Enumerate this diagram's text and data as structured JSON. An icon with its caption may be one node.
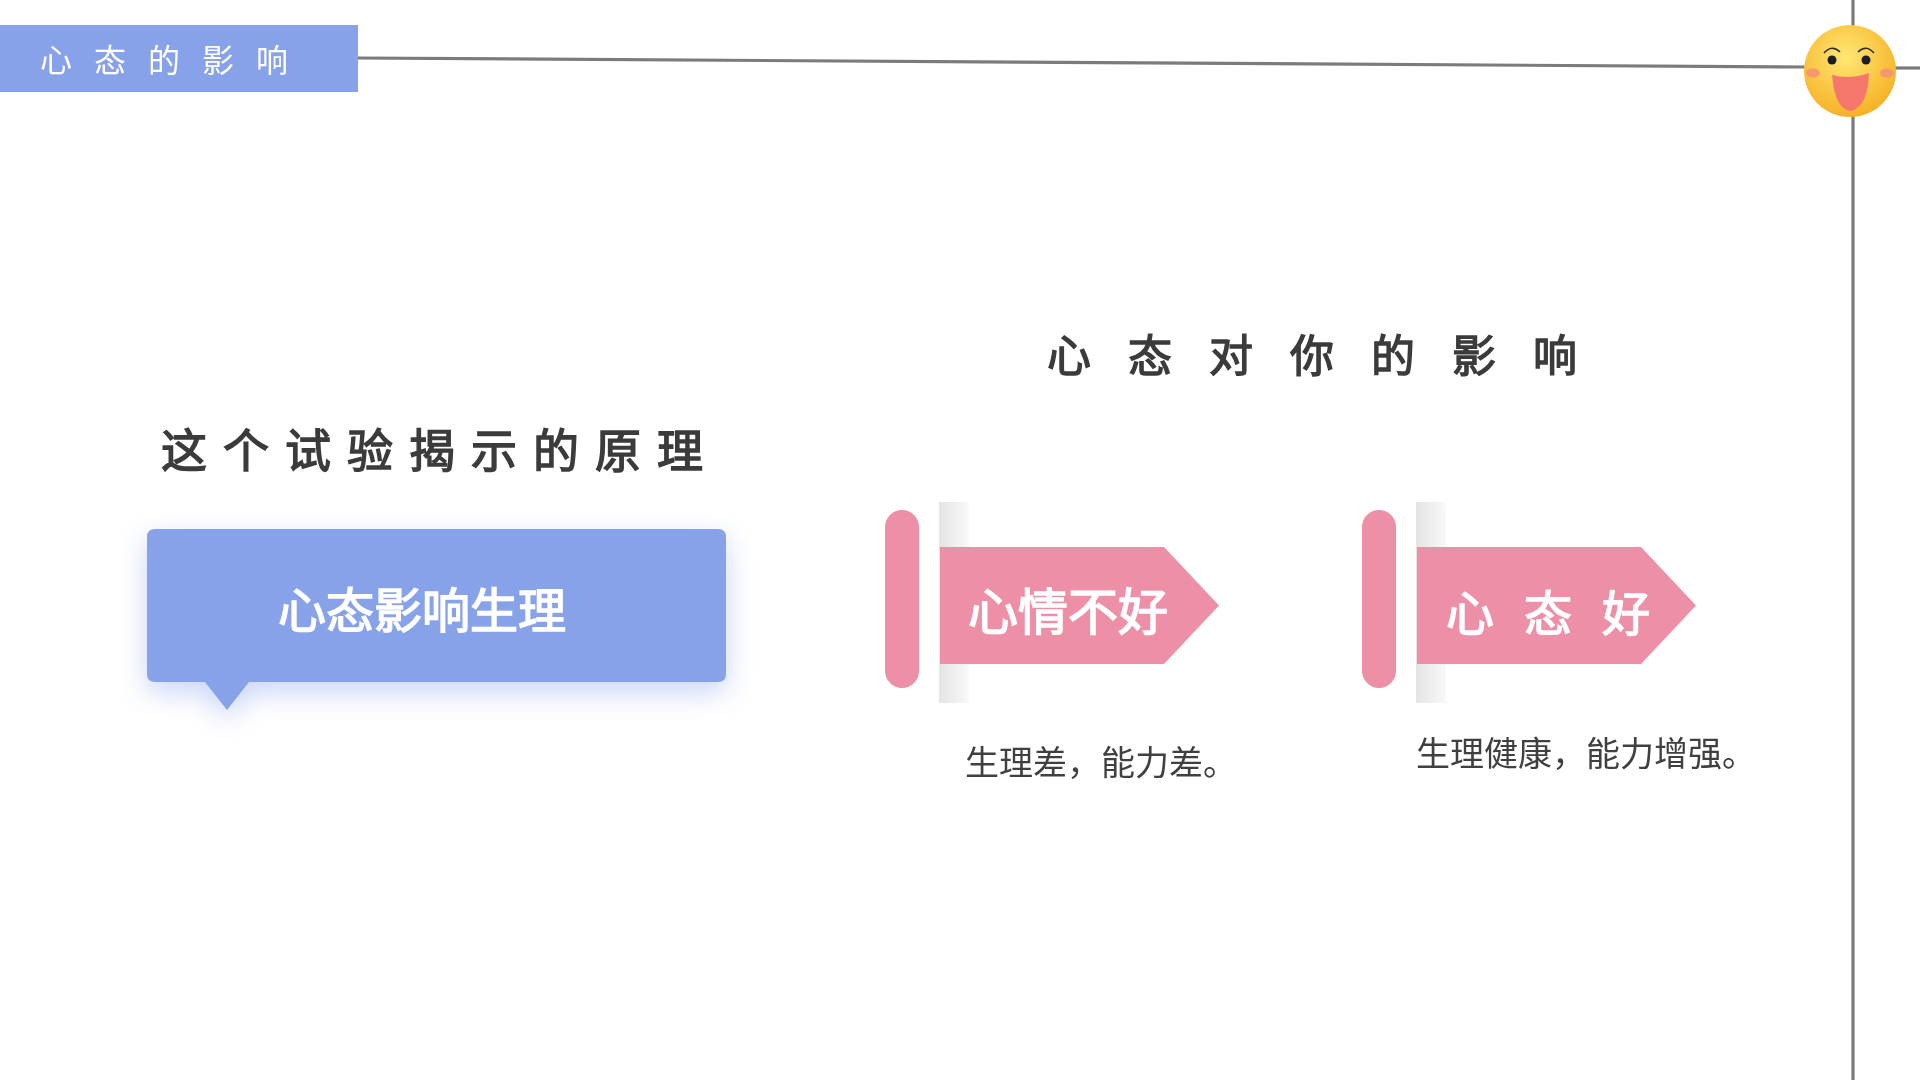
{
  "diagram": {
    "title": "心态对你的影响",
    "nodes": [
      {
        "text": [
          "心态的影响"
        ]
      },
      {
        "text": [
          "这个试验揭示的原理",
          "心态影响生理"
        ]
      },
      {
        "text": [
          "心情不好"
        ],
        "beside": [
          "生理差，能力差。"
        ]
      },
      {
        "text": [
          "心态好"
        ],
        "beside": [
          "生理健康，能力增强。"
        ]
      }
    ]
  }
}
